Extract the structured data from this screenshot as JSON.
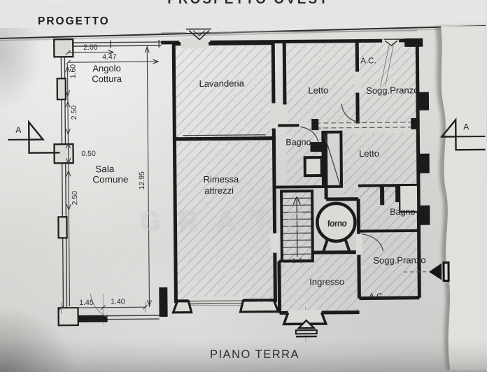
{
  "page": {
    "top_title_clipped": "PROSPETTO OVEST",
    "drawing_title": "PROGETTO",
    "plan_caption": "PIANO TERRA",
    "watermark_text": "GRATE"
  },
  "section_markers": {
    "left": "A",
    "right": "A"
  },
  "rooms": {
    "angolo_cottura": {
      "line1": "Angolo",
      "line2": "Cottura"
    },
    "sala_comune": {
      "line1": "Sala",
      "line2": "Comune"
    },
    "lavanderia": "Lavanderia",
    "letto_top": "Letto",
    "ac_top": "A.C.",
    "sogg_pranzo_top": "Sogg.Pranzo",
    "bagno_centro": "Bagno",
    "letto_destra": "Letto",
    "rimessa": {
      "line1": "Rimessa",
      "line2": "attrezzi"
    },
    "bagno_destra": "Bagno",
    "forno": "forno",
    "sogg_pranzo_basso": "Sogg.Pranzo",
    "ingresso": "Ingresso",
    "ac_basso": "A.C."
  },
  "dimensions": {
    "top_small": "2.00",
    "top_large": "4.47",
    "left_a": "1.60",
    "left_b": "2.50",
    "left_c": "0.50",
    "left_d": "2.50",
    "total_height": "12.95",
    "bottom_a": "1.45",
    "bottom_b": "1.40"
  },
  "colors": {
    "paper": "#dcdad7",
    "ink": "#1b1b1b",
    "hatch": "#6b7484"
  }
}
